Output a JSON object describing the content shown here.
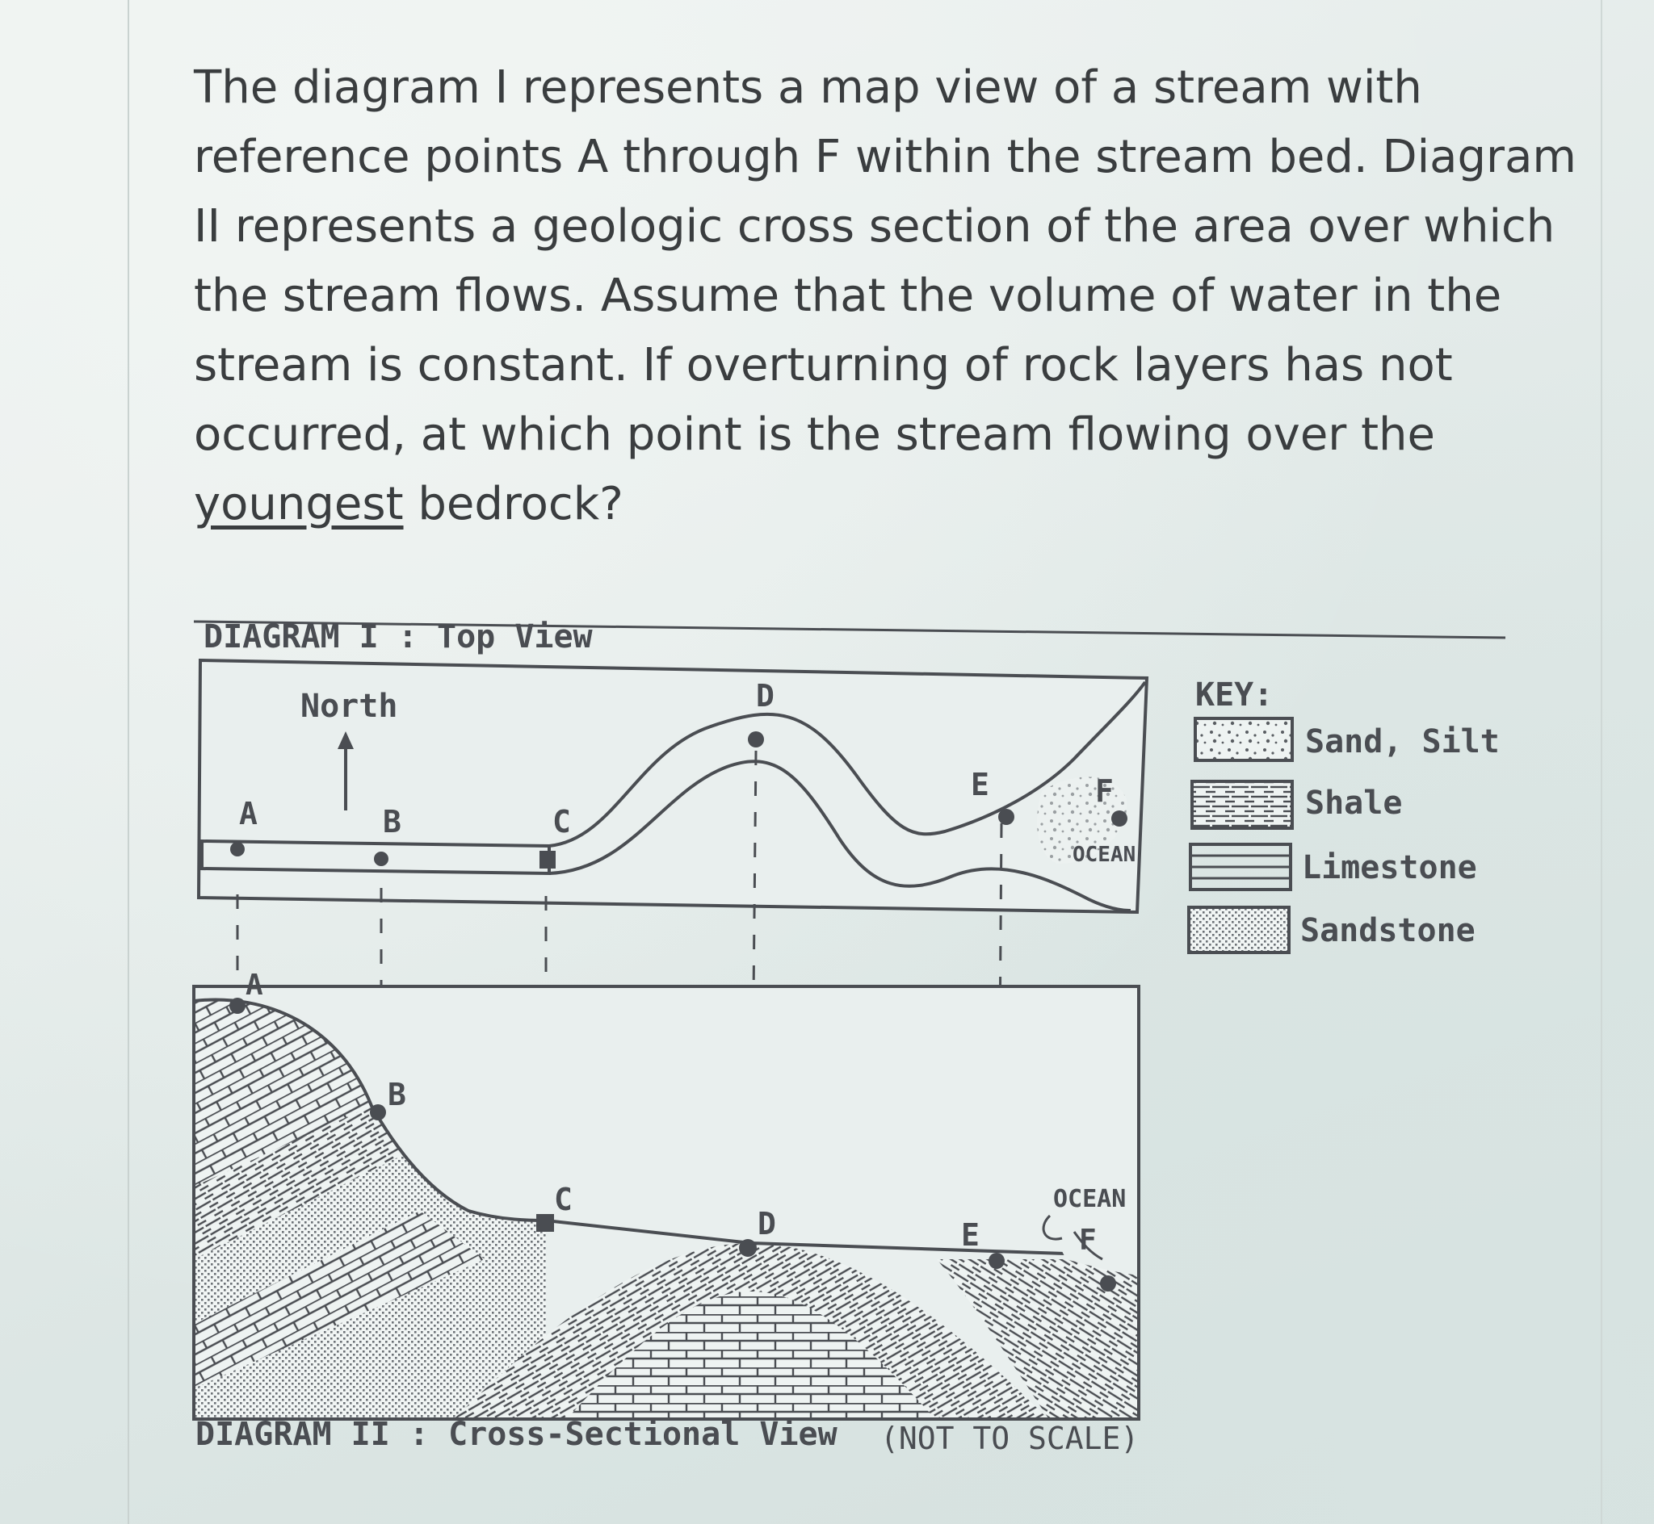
{
  "question": {
    "lines": [
      "The diagram I represents a map view of a stream with",
      "reference points A through F within the stream bed. Diagram",
      "II represents a geologic cross section of the area over which",
      "the stream flows. Assume that the volume of water in the",
      "stream is constant. If overturning of rock layers has not",
      "occurred, at which point is the stream flowing over the"
    ],
    "last_underlined": "youngest",
    "last_rest": " bedrock?"
  },
  "diagram1": {
    "title": "DIAGRAM I : Top View",
    "north_label": "North",
    "ocean_label": "OCEAN",
    "points": [
      "A",
      "B",
      "C",
      "D",
      "E",
      "F"
    ]
  },
  "diagram2": {
    "title": "DIAGRAM II : Cross-Sectional View",
    "note": "(NOT TO SCALE)",
    "ocean_label": "OCEAN",
    "points": [
      "A",
      "B",
      "C",
      "D",
      "E",
      "F"
    ]
  },
  "key": {
    "title": "KEY:",
    "items": [
      {
        "label": "Sand, Silt",
        "pattern": "sand"
      },
      {
        "label": "Shale",
        "pattern": "shale"
      },
      {
        "label": "Limestone",
        "pattern": "limestone"
      },
      {
        "label": "Sandstone",
        "pattern": "sandstone"
      }
    ]
  },
  "colors": {
    "ink": "#4a4d52",
    "paper": "#e9efee"
  }
}
